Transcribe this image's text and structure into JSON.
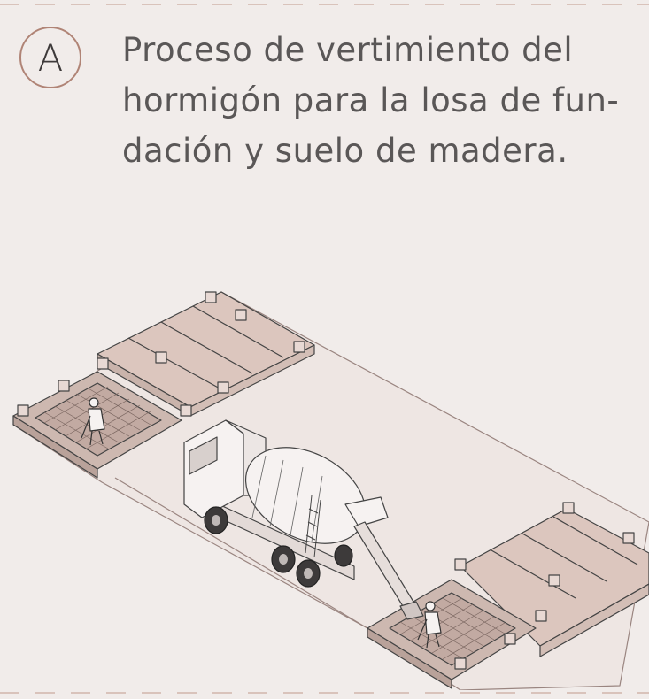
{
  "figure": {
    "label": "A",
    "caption_lines": [
      "Proceso de vertimiento del",
      "hormigón para la losa de fun-",
      "dación y suelo de madera."
    ]
  },
  "colors": {
    "background": "#f1ecea",
    "accent": "#b08476",
    "slab_fill": "#dcc6be",
    "mesh_fill": "#cdb8b0",
    "line": "#444444",
    "text": "#5a5757"
  },
  "illustration": {
    "elements": [
      "concrete-mixer-truck",
      "worker-left",
      "worker-right",
      "rebar-mesh-left",
      "rebar-mesh-right",
      "timber-floor-panels",
      "concrete-chute"
    ]
  }
}
